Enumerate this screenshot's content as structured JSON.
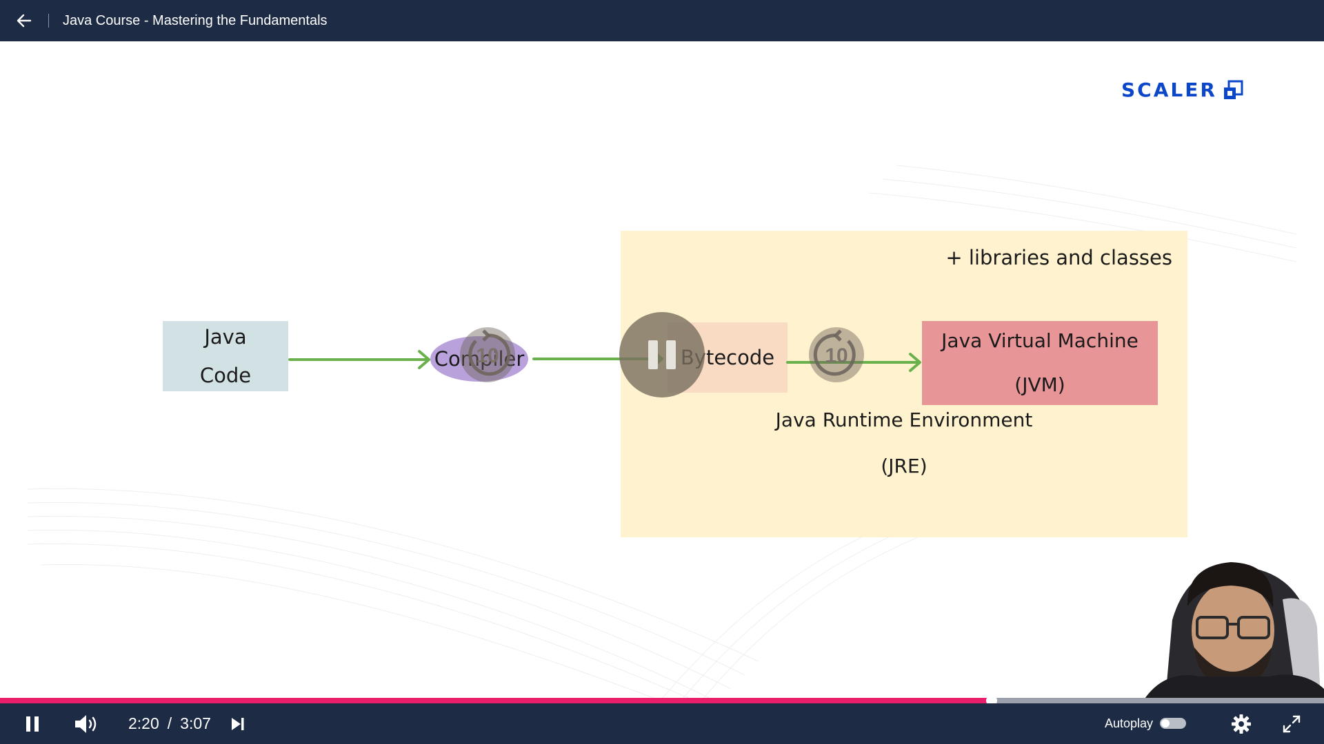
{
  "header": {
    "title": "Java Course - Mastering the Fundamentals",
    "back_icon": "arrow-left-icon"
  },
  "slide": {
    "logo_text": "SCALER",
    "libraries_text": "+ libraries and classes",
    "java_code": {
      "line1": "Java",
      "line2": "Code"
    },
    "compiler": "Compiler",
    "bytecode": "Bytecode",
    "jvm": {
      "line1": "Java Virtual Machine",
      "line2": "(JVM)"
    },
    "jre": {
      "line1": "Java Runtime Environment",
      "line2": "(JRE)"
    },
    "skip_back_seconds": "10",
    "skip_forward_seconds": "10"
  },
  "player": {
    "current_time": "2:20",
    "separator": "/",
    "duration": "3:07",
    "progress_fraction": 0.749,
    "autoplay_label": "Autoplay",
    "autoplay_on": false
  },
  "colors": {
    "bar_bg": "#1d2b45",
    "progress": "#ea1f6b",
    "arrow": "#6ab04c",
    "brand": "#0d47c9"
  }
}
